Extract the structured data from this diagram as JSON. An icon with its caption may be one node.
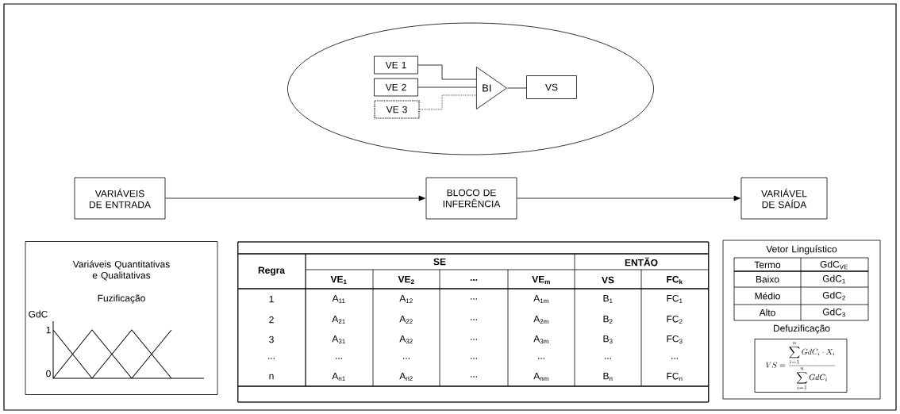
{
  "diagram": {
    "nodes": [
      {
        "text": [],
        "shape": "ellipse"
      },
      {
        "text": [
          "VE 1"
        ],
        "in": 0
      },
      {
        "text": [
          "VE 2"
        ],
        "in": 0
      },
      {
        "text": [
          "VE 3"
        ],
        "in": 0
      },
      {
        "text": [
          "BI"
        ],
        "in": 0
      },
      {
        "text": [
          "VS"
        ],
        "in": 0
      },
      {
        "text": [
          "VARIÁVEIS DE ENTRADA"
        ]
      },
      {
        "text": [
          "BLOCO DE INFERÊNCIA"
        ]
      },
      {
        "text": [
          "VARIÁVEL DE SAÍDA"
        ]
      },
      {
        "text": [
          "Variáveis Quantitativas e Qualitativas",
          "Fuzificação"
        ]
      },
      {
        "text": [],
        "shape": "box"
      },
      {
        "text": [
          "Vetor Linguístico",
          "Defuzificação"
        ]
      }
    ],
    "edges": [
      {
        "from": 1,
        "to": 4,
        "arrow": "none"
      },
      {
        "from": 2,
        "to": 4,
        "arrow": "none"
      },
      {
        "from": 3,
        "to": 4,
        "arrow": "none",
        "style": "dashed"
      },
      {
        "from": 4,
        "to": 5,
        "arrow": "none"
      },
      {
        "from": 6,
        "to": 7,
        "arrow": "to"
      },
      {
        "from": 7,
        "to": 8,
        "arrow": "to"
      }
    ],
    "labels": [
      "GdC",
      "1",
      "0",
      "Regra",
      "SE",
      "ENTÃO",
      "VE$_{1}$",
      "VE$_{2}$",
      "...",
      "VE$_{m}$",
      "VS",
      "FC$_{k}$",
      "1",
      "A$_{11}$",
      "A$_{12}$",
      "...",
      "A$_{1m}$",
      "B$_{1}$",
      "FC$_{1}$",
      "2",
      "A$_{21}$",
      "A$_{22}$",
      "...",
      "A$_{2m}$",
      "B$_{2}$",
      "FC$_{2}$",
      "3",
      "A$_{31}$",
      "A$_{32}$",
      "...",
      "A$_{3m}$",
      "B$_{3}$",
      "FC$_{3}$",
      "...",
      "...",
      "...",
      "...",
      "...",
      "...",
      "...",
      "n",
      "A$_{n1}$",
      "A$_{n2}$",
      "...",
      "A$_{nm}$",
      "B$_{n}$",
      "FC$_{n}$",
      "Termo",
      "GdC$_{VE}$",
      "Baixo",
      "GdC$_{1}$",
      "Médio",
      "GdC$_{2}$",
      "Alto",
      "GdC$_{3}$",
      "VS = \\frac{\\displaystyle\\sum_{i=1}^{n} GdC_{i} \\cdot X_{i}}{\\displaystyle\\sum_{i=1}^{n} GdC_{i}}"
    ]
  }
}
